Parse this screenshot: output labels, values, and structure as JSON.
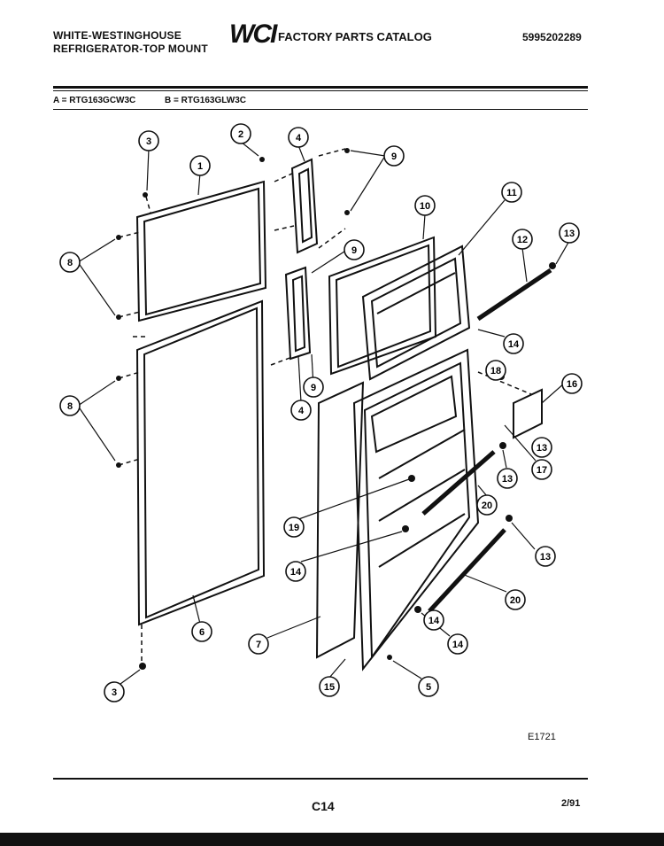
{
  "header": {
    "brand_line1": "WHITE-WESTINGHOUSE",
    "brand_line2": "REFRIGERATOR-TOP MOUNT",
    "logo": "WCI",
    "catalog_title": "FACTORY PARTS CATALOG",
    "catalog_number": "5995202289"
  },
  "models": {
    "a": "A = RTG163GCW3C",
    "b": "B = RTG163GLW3C"
  },
  "callouts": [
    "1",
    "2",
    "3",
    "3",
    "4",
    "4",
    "5",
    "6",
    "7",
    "8",
    "8",
    "9",
    "9",
    "9",
    "10",
    "11",
    "12",
    "13",
    "13",
    "13",
    "13",
    "14",
    "14",
    "14",
    "14",
    "15",
    "16",
    "17",
    "18",
    "19",
    "20",
    "20"
  ],
  "footer": {
    "figure_code": "E1721",
    "page_code": "C14",
    "date": "2/91"
  }
}
